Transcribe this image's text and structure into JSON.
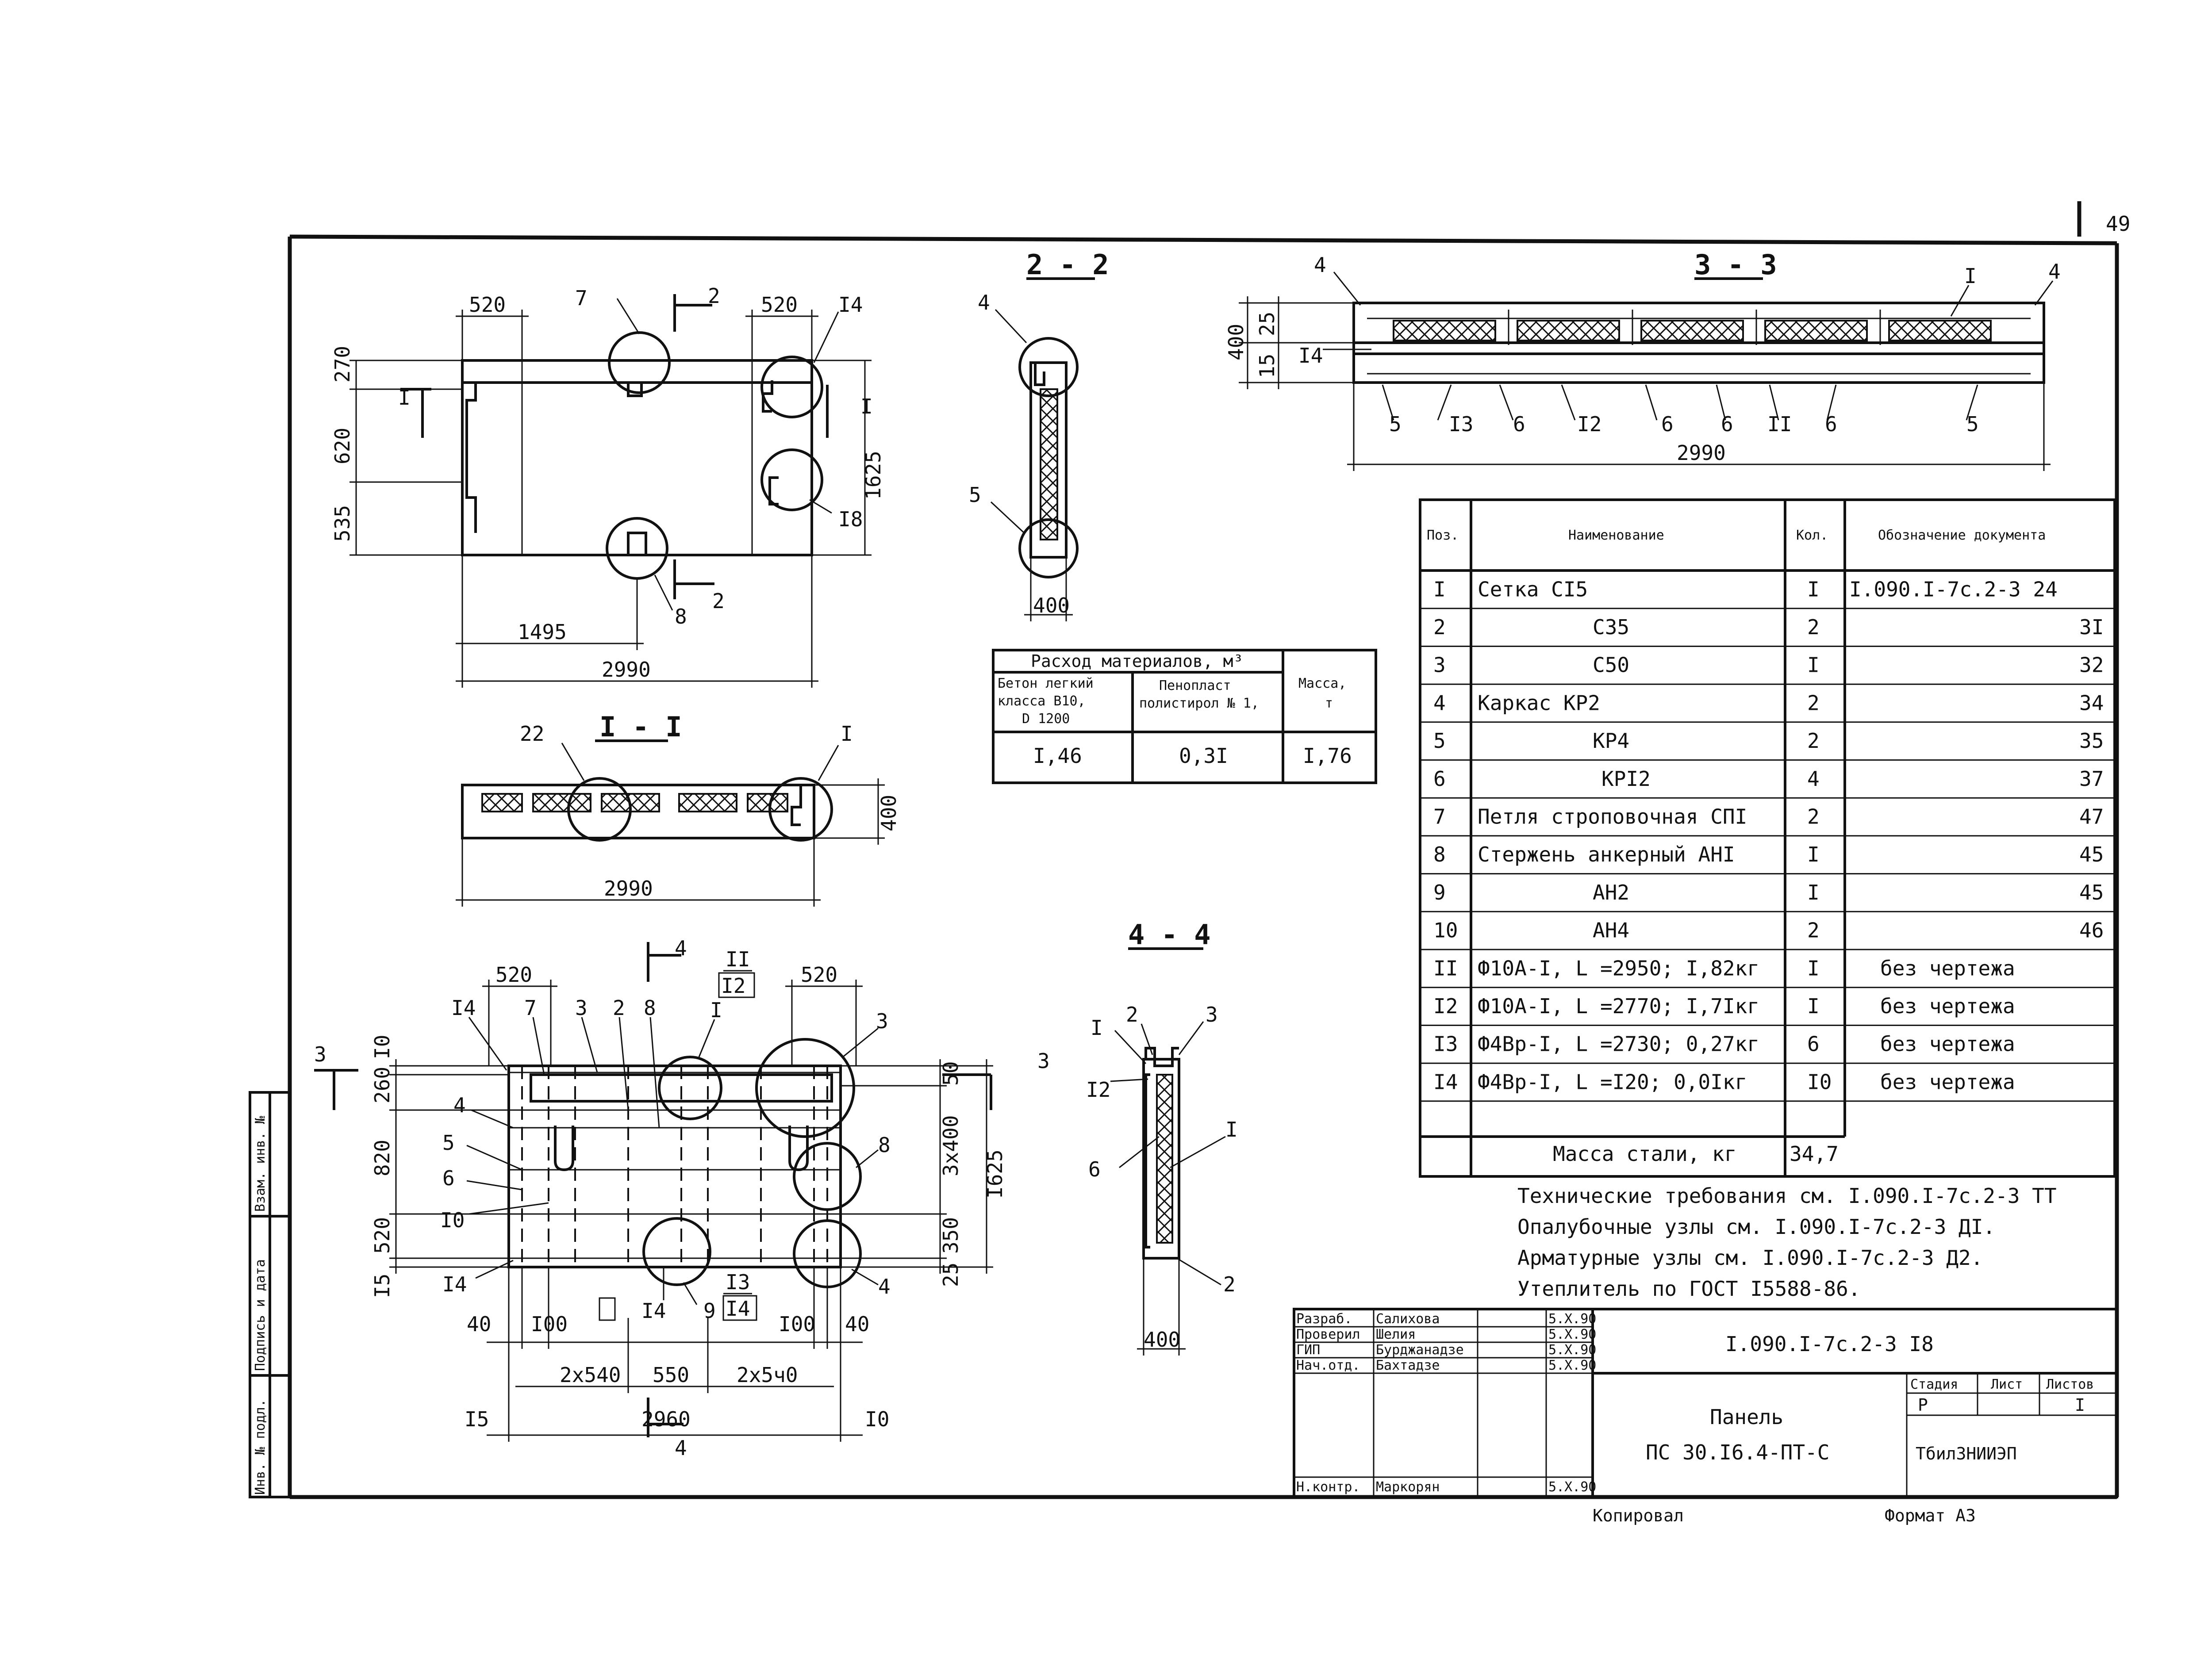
{
  "page_number": "49",
  "views": {
    "plan": {
      "dims": [
        "520",
        "520",
        "270",
        "620",
        "535",
        "1625",
        "1495",
        "2990"
      ],
      "section_marks": [
        "2",
        "2",
        "I",
        "I"
      ],
      "callouts": [
        "7",
        "I4",
        "I8",
        "8"
      ]
    },
    "s22": {
      "title": "2 - 2",
      "callouts": [
        "4",
        "5"
      ],
      "dims": [
        "400"
      ]
    },
    "s33": {
      "title": "3 - 3",
      "dims": [
        "400",
        "25",
        "15",
        "2990"
      ],
      "callouts_top": [
        "4",
        "I",
        "4"
      ],
      "callout_side": "I4",
      "callouts_bottom": [
        "5",
        "I3",
        "6",
        "I2",
        "6",
        "6",
        "II",
        "6",
        "5"
      ]
    },
    "s11": {
      "title": "I - I",
      "callouts": [
        "22",
        "I"
      ],
      "dims": [
        "400",
        "2990"
      ]
    },
    "s44": {
      "title": "4 - 4",
      "callouts": [
        "I",
        "2",
        "3",
        "I2",
        "6",
        "I",
        "2"
      ],
      "dims": [
        "400"
      ]
    },
    "reinf": {
      "top_dims": [
        "520",
        "520"
      ],
      "section_marks": [
        "4",
        "4",
        "3",
        "3"
      ],
      "top_callouts": [
        "II",
        "I2",
        "I4",
        "7",
        "3",
        "2",
        "8",
        "I",
        "3"
      ],
      "left_callouts": [
        "4",
        "5",
        "6",
        "I0",
        "I4"
      ],
      "right_callouts": [
        "8",
        "4"
      ],
      "bottom_callouts": [
        "I4",
        "9",
        "I3",
        "I4"
      ],
      "left_dims": [
        "I0",
        "260",
        "820",
        "520",
        "I5"
      ],
      "right_dims": [
        "50",
        "3x400",
        "350",
        "25",
        "I625"
      ],
      "bottom_dims": [
        "40",
        "I00",
        "I00",
        "40",
        "2x540",
        "550",
        "2x5ч0",
        "I5",
        "2960",
        "I0"
      ]
    }
  },
  "materials": {
    "title": "Расход материалов, м³",
    "col1": [
      "Бетон легкий",
      "класса  B10,",
      "D 1200"
    ],
    "col2": [
      "Пенопласт",
      "полистирол № 1,"
    ],
    "col3": [
      "Масса,",
      "т"
    ],
    "values": [
      "I,46",
      "0,3I",
      "I,76"
    ]
  },
  "spec": {
    "headers": [
      "Поз.",
      "Наименование",
      "Кол.",
      "Обозначение документа"
    ],
    "rows": [
      {
        "pos": "I",
        "name": "Сетка CI5",
        "qty": "I",
        "doc": "I.090.I-7c.2-3 24"
      },
      {
        "pos": "2",
        "name": "C35",
        "qty": "2",
        "doc": "3I"
      },
      {
        "pos": "3",
        "name": "C50",
        "qty": "I",
        "doc": "32"
      },
      {
        "pos": "4",
        "name": "Каркас KP2",
        "qty": "2",
        "doc": "34"
      },
      {
        "pos": "5",
        "name": "KP4",
        "qty": "2",
        "doc": "35"
      },
      {
        "pos": "6",
        "name": "KPI2",
        "qty": "4",
        "doc": "37"
      },
      {
        "pos": "7",
        "name": "Петля строповочная CПI",
        "qty": "2",
        "doc": "47"
      },
      {
        "pos": "8",
        "name": "Стержень анкерный AHI",
        "qty": "I",
        "doc": "45"
      },
      {
        "pos": "9",
        "name": "AH2",
        "qty": "I",
        "doc": "45"
      },
      {
        "pos": "10",
        "name": "AH4",
        "qty": "2",
        "doc": "46"
      },
      {
        "pos": "II",
        "name": "Ф10A-I,  L =2950; I,82кг",
        "qty": "I",
        "doc": "без чертежа"
      },
      {
        "pos": "I2",
        "name": "Ф10A-I,  L =2770; I,7Iкг",
        "qty": "I",
        "doc": "без чертежа"
      },
      {
        "pos": "I3",
        "name": "Ф4Bp-I,  L =2730; 0,27кг",
        "qty": "6",
        "doc": "без чертежа"
      },
      {
        "pos": "I4",
        "name": "Ф4Bp-I,  L =I20; 0,0Iкг",
        "qty": "I0",
        "doc": "без чертежа"
      }
    ],
    "total_label": "Масса стали, кг",
    "total_value": "34,7"
  },
  "notes": [
    "Технические требования см. I.090.I-7c.2-3 TT",
    "Опалубочные узлы см. I.090.I-7c.2-3 ДI.",
    "Арматурные узлы см. I.090.I-7c.2-3 Д2.",
    "Утеплитель по ГОСТ I5588-86."
  ],
  "title_block": {
    "roles": [
      "Разраб.",
      "Проверил",
      "ГИП",
      "Нач.отд.",
      "",
      "",
      "Н.контр."
    ],
    "names": [
      "Салихова",
      "Шелия",
      "Бурджанадзе",
      "Бахтадзе",
      "",
      "",
      "Маркорян"
    ],
    "dates": [
      "5.X.90",
      "5.X.90",
      "5.X.90",
      "5.X.90",
      "",
      "",
      "5.X.90"
    ],
    "doc_code": "I.090.I-7c.2-3 I8",
    "product": "Панель",
    "product_code": "ПС 30.I6.4-ПТ-С",
    "stage_hdr": "Стадия",
    "sheet_hdr": "Лист",
    "sheets_hdr": "Листов",
    "stage": "P",
    "sheets": "I",
    "org": "ТбилЗНИИЭП"
  },
  "left_strip": [
    "Инв. № подл.",
    "Подпись и дата",
    "Взам. инв. №"
  ],
  "footer": {
    "copied": "Копировал",
    "format": "Формат А3"
  }
}
